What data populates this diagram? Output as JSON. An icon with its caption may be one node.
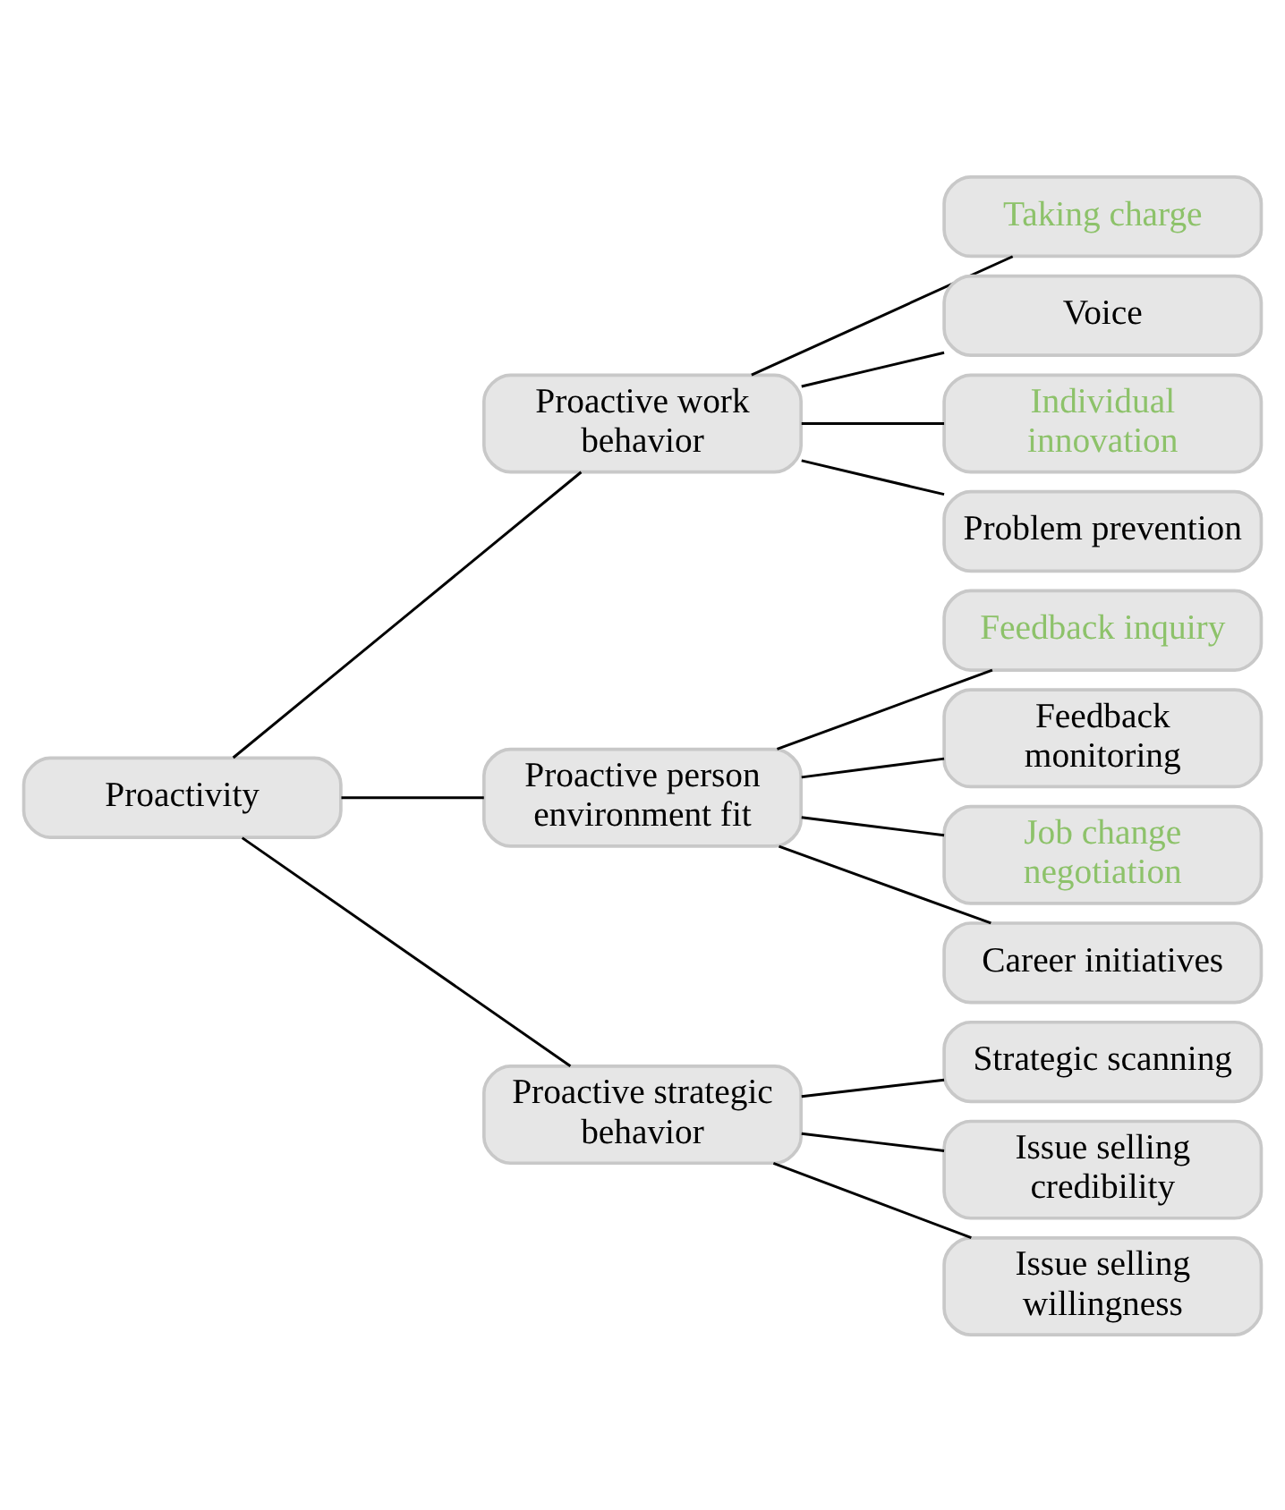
{
  "diagram": {
    "nodes": [
      {
        "text": [
          "Proactivity"
        ]
      },
      {
        "text": [
          "Proactive work behavior"
        ]
      },
      {
        "text": [
          "Taking charge"
        ]
      },
      {
        "text": [
          "Voice"
        ]
      },
      {
        "text": [
          "Individual innovation"
        ]
      },
      {
        "text": [
          "Problem prevention"
        ]
      },
      {
        "text": [
          "Proactive person environment fit"
        ]
      },
      {
        "text": [
          "Feedback inquiry"
        ]
      },
      {
        "text": [
          "Feedback monitoring"
        ]
      },
      {
        "text": [
          "Job change negotiation"
        ]
      },
      {
        "text": [
          "Career initiatives"
        ]
      },
      {
        "text": [
          "Proactive strategic behavior"
        ]
      },
      {
        "text": [
          "Strategic scanning"
        ]
      },
      {
        "text": [
          "Issue selling credibility"
        ]
      },
      {
        "text": [
          "Issue selling willingness"
        ]
      }
    ],
    "edges": [
      {
        "from": 0,
        "to": 1,
        "arrow": "none"
      },
      {
        "from": 0,
        "to": 6,
        "arrow": "none"
      },
      {
        "from": 0,
        "to": 11,
        "arrow": "none"
      },
      {
        "from": 1,
        "to": 2,
        "arrow": "none"
      },
      {
        "from": 1,
        "to": 3,
        "arrow": "none"
      },
      {
        "from": 1,
        "to": 4,
        "arrow": "none"
      },
      {
        "from": 1,
        "to": 5,
        "arrow": "none"
      },
      {
        "from": 6,
        "to": 7,
        "arrow": "none"
      },
      {
        "from": 6,
        "to": 8,
        "arrow": "none"
      },
      {
        "from": 6,
        "to": 9,
        "arrow": "none"
      },
      {
        "from": 6,
        "to": 10,
        "arrow": "none"
      },
      {
        "from": 11,
        "to": 12,
        "arrow": "none"
      },
      {
        "from": 11,
        "to": 13,
        "arrow": "none"
      },
      {
        "from": 11,
        "to": 14,
        "arrow": "none"
      }
    ]
  }
}
